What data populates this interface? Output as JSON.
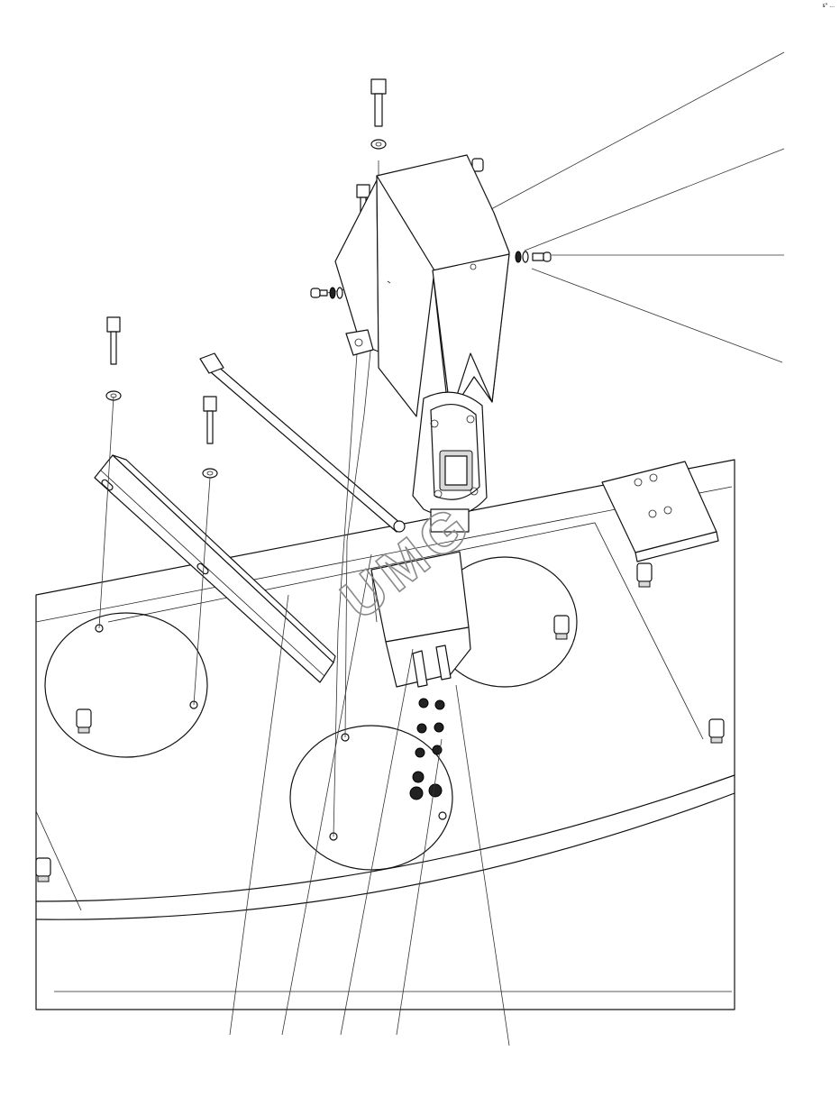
{
  "diagram": {
    "type": "exploded-assembly-drawing",
    "corner_code": "s\" ...",
    "watermark_text": "UMG",
    "callout_labels": []
  }
}
